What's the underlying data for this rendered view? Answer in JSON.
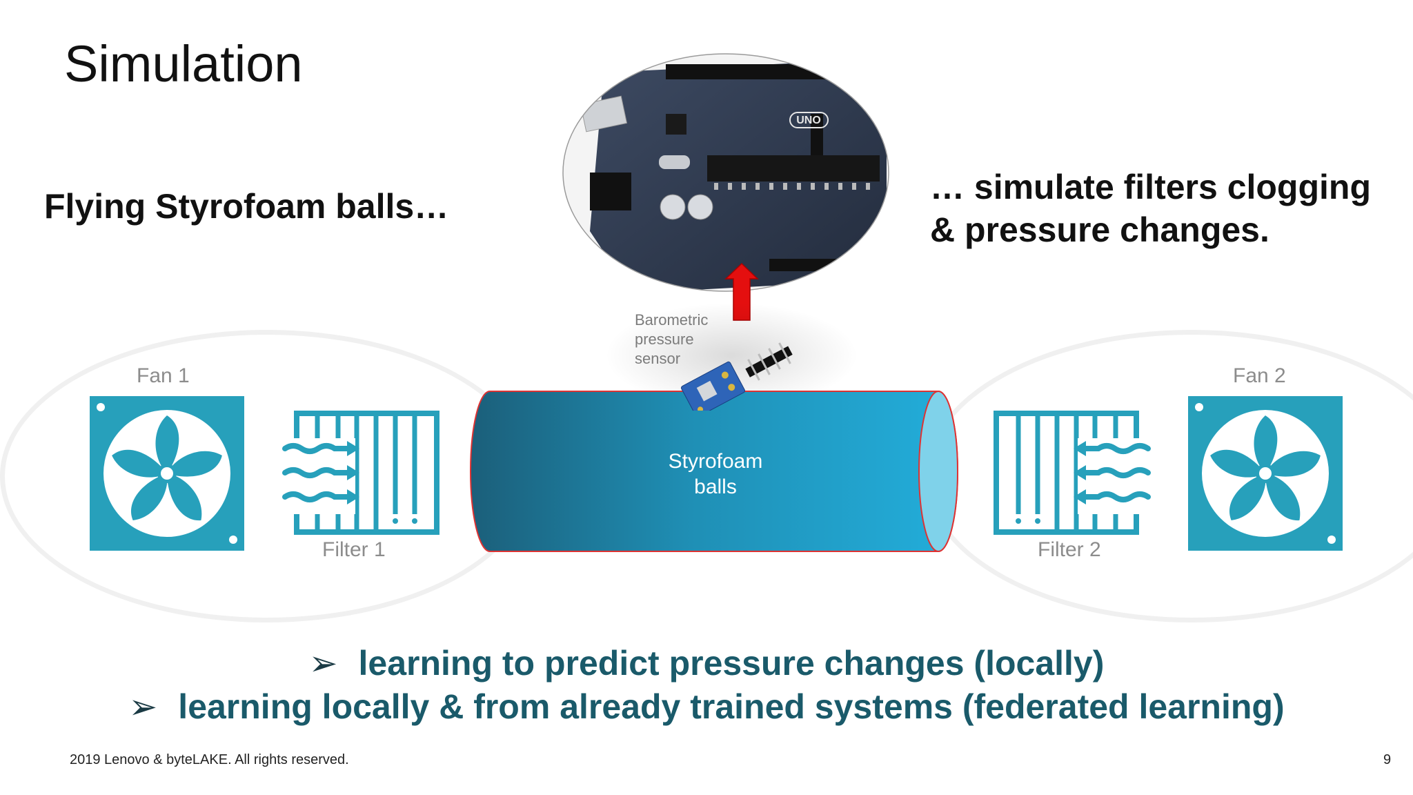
{
  "slide": {
    "title": "Simulation",
    "lead_left": "Flying Styrofoam balls…",
    "lead_right": [
      "… simulate filters clogging",
      "& pressure changes."
    ],
    "sensor_label": [
      "Barometric",
      "pressure",
      "sensor"
    ],
    "board_logo": "UNO",
    "fans": [
      {
        "label": "Fan 1"
      },
      {
        "label": "Fan 2"
      }
    ],
    "filters": [
      {
        "label": "Filter 1"
      },
      {
        "label": "Filter 2"
      }
    ],
    "tube_label": [
      "Styrofoam",
      "balls"
    ],
    "bullets": [
      "learning to predict pressure changes (locally)",
      "learning locally & from already trained systems (federated learning)"
    ],
    "bullet_marker": "➢",
    "footer": "2019 Lenovo & byteLAKE. All rights reserved.",
    "page_number": "9"
  },
  "colors": {
    "teal": "#27a0bb",
    "tube_dark": "#1b5f7a",
    "tube_light": "#23aedb",
    "tube_cap": "#7fd2ea",
    "arrow_red": "#e40f0f",
    "bullet_text": "#1a5a6a"
  },
  "icons": [
    "fan-icon",
    "filter-icon",
    "airflow-arrows-icon",
    "up-arrow-icon",
    "arduino-board-image",
    "pressure-sensor-image"
  ]
}
